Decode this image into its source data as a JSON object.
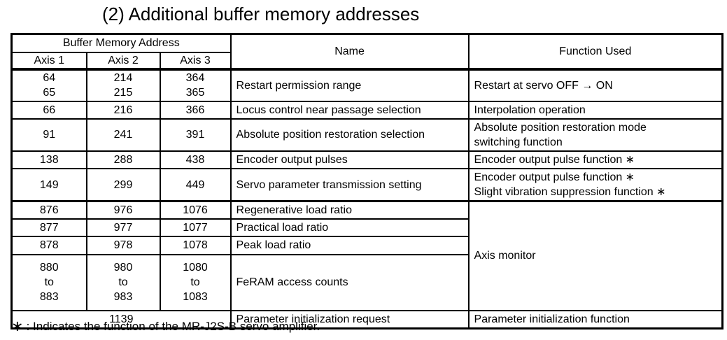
{
  "title": "(2) Additional buffer memory addresses",
  "table": {
    "header": {
      "buffer_memory_address": "Buffer Memory Address",
      "axis1": "Axis 1",
      "axis2": "Axis 2",
      "axis3": "Axis 3",
      "name": "Name",
      "function_used": "Function Used"
    },
    "rows": [
      {
        "axis1": [
          "64",
          "65"
        ],
        "axis2": [
          "214",
          "215"
        ],
        "axis3": [
          "364",
          "365"
        ],
        "name": "Restart permission range",
        "function": "Restart at servo OFF → ON"
      },
      {
        "axis1": "66",
        "axis2": "216",
        "axis3": "366",
        "name": "Locus control near passage selection",
        "function": "Interpolation operation"
      },
      {
        "axis1": "91",
        "axis2": "241",
        "axis3": "391",
        "name": "Absolute position restoration selection",
        "function": [
          "Absolute position restoration mode",
          "switching function"
        ]
      },
      {
        "axis1": "138",
        "axis2": "288",
        "axis3": "438",
        "name": "Encoder output pulses",
        "function": "Encoder output pulse function ∗"
      },
      {
        "axis1": "149",
        "axis2": "299",
        "axis3": "449",
        "name": "Servo parameter transmission setting",
        "function": [
          "Encoder output pulse function ∗",
          "Slight vibration suppression function ∗"
        ]
      },
      {
        "axis1": "876",
        "axis2": "976",
        "axis3": "1076",
        "name": "Regenerative load ratio",
        "function": "Axis monitor"
      },
      {
        "axis1": "877",
        "axis2": "977",
        "axis3": "1077",
        "name": "Practical load ratio"
      },
      {
        "axis1": "878",
        "axis2": "978",
        "axis3": "1078",
        "name": "Peak load ratio"
      },
      {
        "axis1": [
          "880",
          "to",
          "883"
        ],
        "axis2": [
          "980",
          "to",
          "983"
        ],
        "axis3": [
          "1080",
          "to",
          "1083"
        ],
        "name": "FeRAM access counts"
      },
      {
        "axis_span": "1139",
        "name": "Parameter initialization request",
        "function": "Parameter initialization function"
      }
    ]
  },
  "footnote": {
    "marker": "∗",
    "text": ": Indicates the function of the MR-J2S-B servo amplifier."
  }
}
